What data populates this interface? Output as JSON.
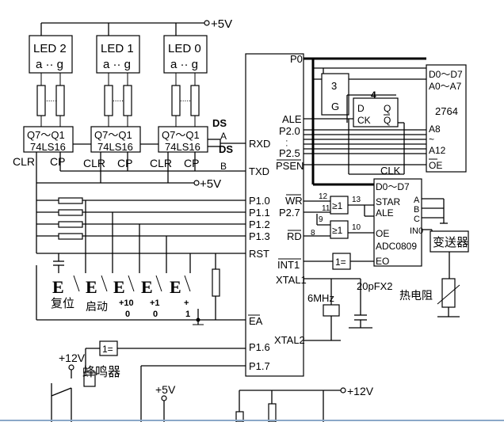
{
  "supplies": {
    "vcc_top": "+5V",
    "vcc_mid": "+5V",
    "vcc_bottom": "+5V",
    "v12_left": "+12V",
    "v12_right": "+12V"
  },
  "led_displays": [
    {
      "label": "LED 2",
      "segments": "a ·· g"
    },
    {
      "label": "LED 1",
      "segments": "a ·· g"
    },
    {
      "label": "LED 0",
      "segments": "a ·· g"
    }
  ],
  "shift_registers": [
    {
      "outputs": "Q7～Q1",
      "part": "74LS16",
      "clr": "CLR",
      "cp": "CP"
    },
    {
      "outputs": "Q7～Q1",
      "part": "74LS16",
      "clr": "CLR",
      "cp": "CP"
    },
    {
      "outputs": "Q7～Q1",
      "part": "74LS16",
      "clr": "CLR",
      "cp": "CP"
    }
  ],
  "left_clr": "CLR",
  "ds_labels": {
    "ds1": "DS",
    "a": "A",
    "ds2": "DS",
    "b": "B"
  },
  "mcu": {
    "pins_left": [
      "RXD",
      "TXD",
      "P1.0",
      "P1.1",
      "P1.2",
      "P1.3",
      "RST",
      "EA",
      "P1.6",
      "P1.7"
    ],
    "pins_right": [
      "P0",
      "ALE",
      "P2.0",
      "P2.5",
      "PSEN",
      "WR",
      "P2.7",
      "RD",
      "INT1",
      "XTAL1",
      "XTAL2"
    ],
    "dot_labels": [
      "·",
      "·"
    ]
  },
  "latch": {
    "d": "D",
    "ck": "CK",
    "q": "Q",
    "g": "G",
    "three": "3",
    "four": "4"
  },
  "eprom": {
    "data": "D0～D7",
    "addr": "A0～A7",
    "part": "2764",
    "a8": "A8",
    "tilde": "~",
    "a12": "A12",
    "oe": "OE"
  },
  "adc": {
    "data": "D0～D7",
    "a": "A",
    "b": "B",
    "c": "C",
    "in0": "IN0",
    "star": "STAR",
    "ale": "ALE",
    "oe": "OE",
    "eo": "EO",
    "part": "ADC0809",
    "clk": "CLK"
  },
  "gates": {
    "or1": "≥1",
    "or2": "≥1",
    "buf1": "1=",
    "buf2": "1=",
    "pin12": "12",
    "pin11": "11",
    "pin13": "13",
    "pin9": "9",
    "pin8": "8",
    "pin10": "10"
  },
  "keys": [
    {
      "letter": "E",
      "label": "复位",
      "sub": ""
    },
    {
      "letter": "E",
      "label": "启动",
      "sub": ""
    },
    {
      "letter": "E",
      "label": "+10",
      "sub": "0"
    },
    {
      "letter": "E",
      "label": "+1",
      "sub": "0"
    },
    {
      "letter": "E",
      "label": "+",
      "sub": "1"
    }
  ],
  "crystal": {
    "freq": "6MHz",
    "caps": "20pFX2"
  },
  "transmitter": "变送器",
  "thermistor": "热电阻",
  "buzzer": "蜂鸣器",
  "accent": "#000000"
}
